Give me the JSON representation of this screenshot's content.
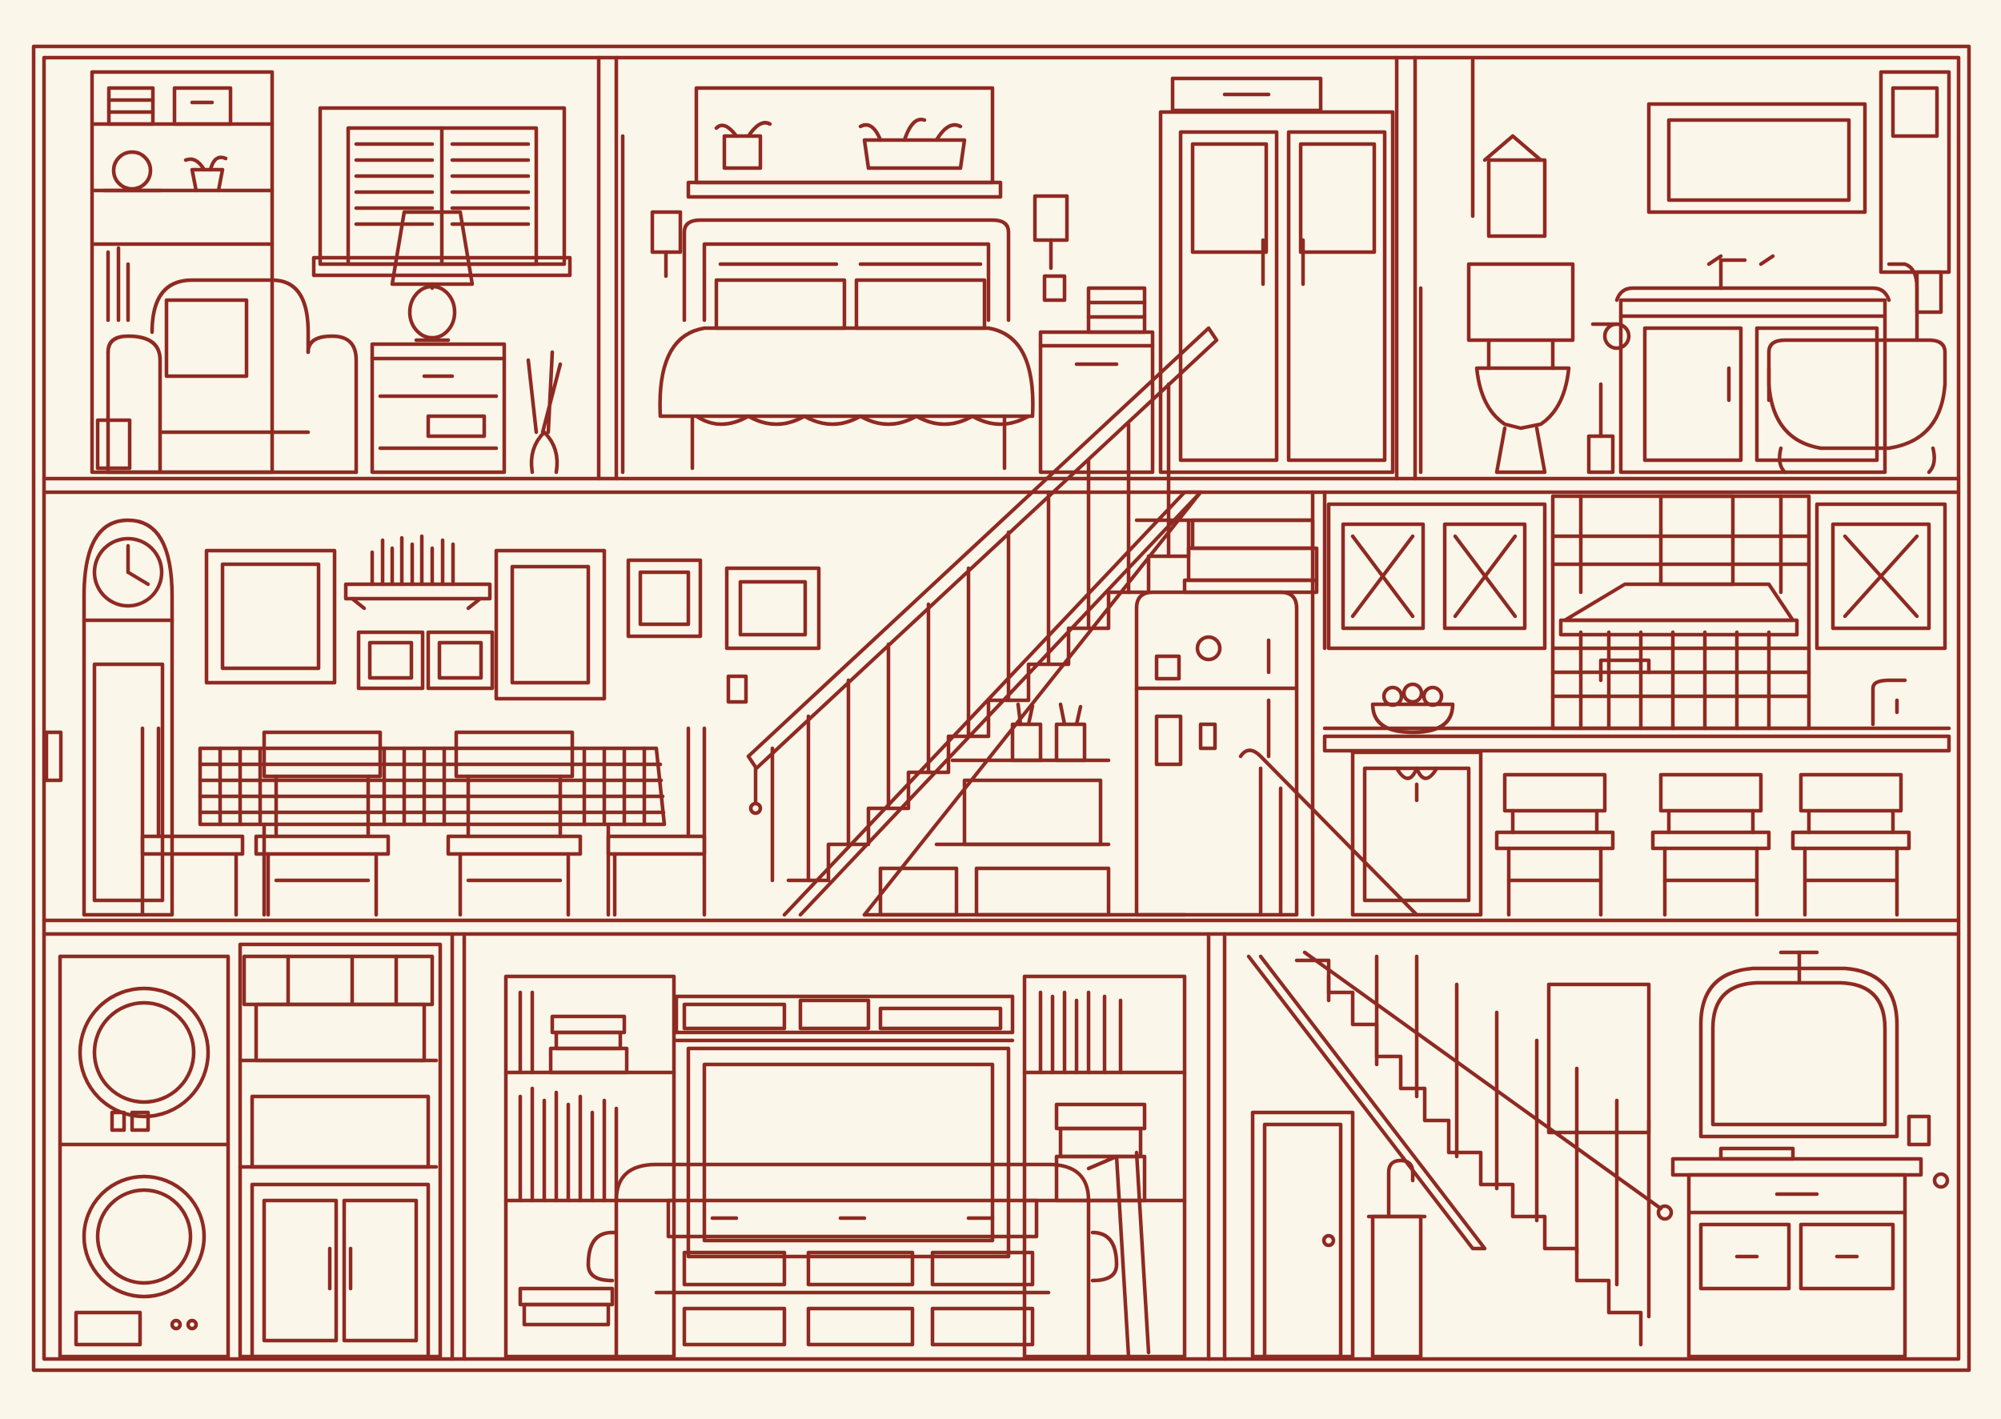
{
  "palette": {
    "paper": "#faf6ea",
    "ink": "#8f2a22"
  },
  "scene": {
    "top_floor": {
      "rooms": [
        "study",
        "bedroom",
        "bathroom"
      ],
      "items": [
        "bookshelf",
        "armchair",
        "window-with-shutters",
        "table-lamp",
        "side-table",
        "umbrella-stand",
        "plant-shelf",
        "bed",
        "wall-sconce",
        "nightstand",
        "wardrobe",
        "toilet",
        "framed-mirror",
        "sink-vanity",
        "clawfoot-bathtub",
        "towel-ring"
      ]
    },
    "middle_floor": {
      "rooms": [
        "dining-room",
        "kitchen"
      ],
      "items": [
        "grandfather-clock",
        "picture-frames",
        "wall-shelf",
        "dining-table",
        "dining-chairs",
        "staircase",
        "understair-storage",
        "refrigerator",
        "upper-cabinets",
        "range-hood",
        "tile-backsplash",
        "fruit-bowl",
        "kitchen-counter",
        "bar-stools"
      ]
    },
    "bottom_floor": {
      "rooms": [
        "laundry",
        "living-room",
        "entry-hall"
      ],
      "items": [
        "stacked-washer-dryer",
        "storage-baskets",
        "cabinet",
        "bookcases",
        "television",
        "sofa",
        "chair",
        "basement-stairs",
        "door",
        "umbrella-stand",
        "arched-mirror",
        "console-table"
      ]
    }
  }
}
